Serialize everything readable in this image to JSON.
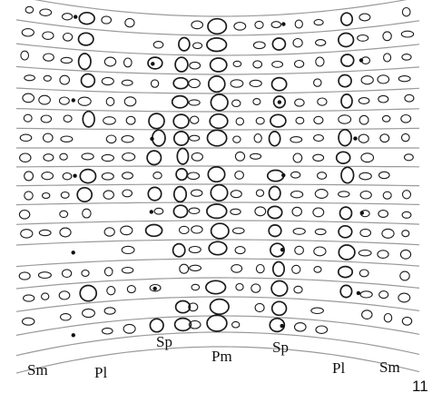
{
  "figure": {
    "labels": {
      "sm_left": "Sm",
      "pl_left": "Pl",
      "sp_left": "Sp",
      "pm": "Pm",
      "sp_right": "Sp",
      "pl_right": "Pl",
      "sm_right": "Sm"
    },
    "figure_number": "11",
    "colors": {
      "ink": "#1b1b1b",
      "row_lines": "#9a9a9a",
      "background": "#ffffff"
    }
  }
}
